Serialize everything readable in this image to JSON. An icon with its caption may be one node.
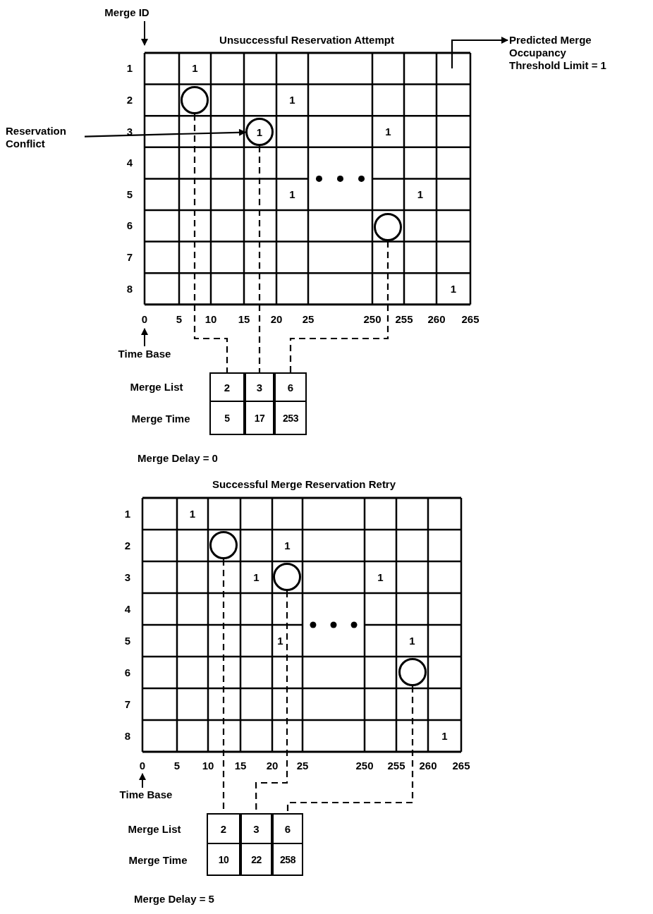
{
  "diagram": {
    "nodes": [
      {
        "text": [
          "Predicted Merge Occupancy Threshold Limit = 1"
        ]
      },
      {
        "text": [],
        "shape": "circle"
      },
      {
        "text": [
          "Reservation Conflict"
        ]
      },
      {
        "text": [
          "1"
        ]
      },
      {
        "text": [],
        "shape": "circle"
      },
      {
        "text": [
          "2"
        ]
      },
      {
        "text": [
          "3"
        ]
      },
      {
        "text": [
          "6"
        ]
      },
      {
        "text": [],
        "shape": "circle"
      },
      {
        "text": [],
        "shape": "circle"
      },
      {
        "text": [],
        "shape": "circle"
      },
      {
        "text": [
          "2"
        ]
      },
      {
        "text": [
          "3"
        ]
      },
      {
        "text": [
          "6"
        ]
      }
    ],
    "edges": [
      {
        "from": null,
        "to": 0,
        "arrow": "to"
      },
      {
        "from": 2,
        "to": 3,
        "arrow": "to"
      },
      {
        "from": 1,
        "to": 5,
        "arrow": "none",
        "style": "dashed"
      },
      {
        "from": 3,
        "to": 6,
        "arrow": "none",
        "style": "dashed"
      },
      {
        "from": 4,
        "to": 7,
        "arrow": "none",
        "style": "dashed"
      },
      {
        "from": 8,
        "to": 11,
        "arrow": "none",
        "style": "dashed"
      },
      {
        "from": 9,
        "to": 12,
        "arrow": "none",
        "style": "dashed"
      },
      {
        "from": 10,
        "to": 13,
        "arrow": "none",
        "style": "dashed"
      }
    ],
    "labels": [
      "Merge ID",
      "Unsuccessful Reservation Attempt",
      "1",
      "1",
      "2",
      "1",
      "3",
      "1",
      "4",
      "5",
      "1",
      "1",
      "6",
      "7",
      "8",
      "1",
      "0",
      "5",
      "10",
      "15",
      "20",
      "25",
      "250",
      "255",
      "260",
      "265",
      "Time Base",
      "Merge List",
      "Merge Time",
      "5",
      "17",
      "253",
      "Merge Delay = 0",
      "Successful Merge Reservation Retry",
      "1",
      "1",
      "2",
      "1",
      "3",
      "1",
      "1",
      "4",
      "5",
      "1",
      "1",
      "6",
      "7",
      "8",
      "1",
      "0",
      "5",
      "10",
      "15",
      "20",
      "25",
      "250",
      "255",
      "260",
      "265",
      "Time Base",
      "Merge List",
      "Merge Time",
      "10",
      "22",
      "258",
      "Merge Delay = 5"
    ]
  }
}
